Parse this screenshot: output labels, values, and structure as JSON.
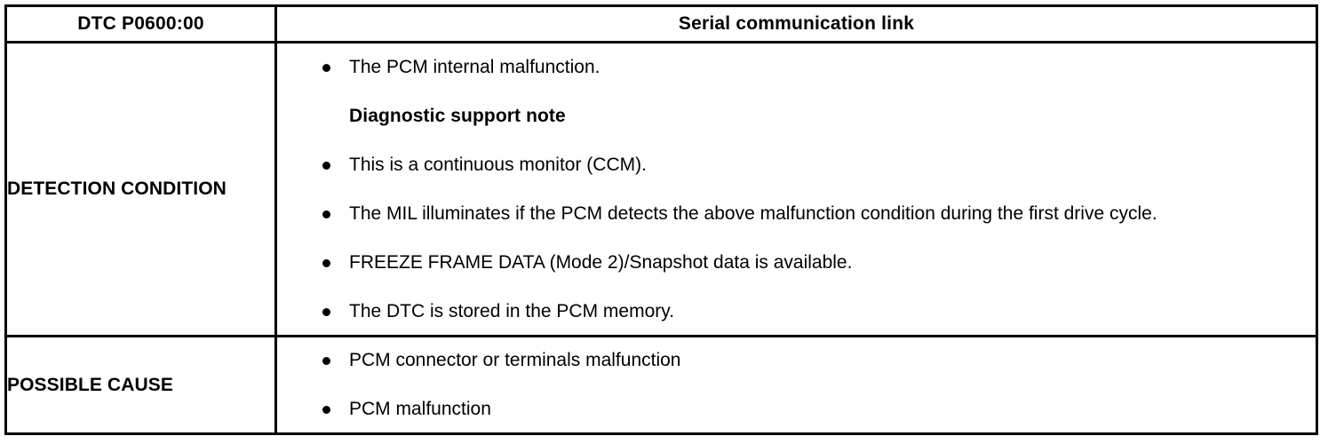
{
  "table": {
    "header": {
      "dtc_code": "DTC P0600:00",
      "title": "Serial communication link"
    },
    "rows": [
      {
        "label": "DETECTION CONDITION",
        "items": [
          {
            "type": "bullet",
            "text": "The PCM internal malfunction."
          },
          {
            "type": "note",
            "text": "Diagnostic support note"
          },
          {
            "type": "bullet",
            "text": "This is a continuous monitor (CCM)."
          },
          {
            "type": "bullet",
            "text": "The MIL illuminates if the PCM detects the above malfunction condition during the first drive cycle."
          },
          {
            "type": "bullet",
            "text": "FREEZE FRAME DATA (Mode 2)/Snapshot data is available."
          },
          {
            "type": "bullet",
            "text": "The DTC is stored in the PCM memory."
          }
        ]
      },
      {
        "label": "POSSIBLE CAUSE",
        "items": [
          {
            "type": "bullet",
            "text": "PCM connector or terminals malfunction"
          },
          {
            "type": "bullet",
            "text": "PCM malfunction"
          }
        ]
      }
    ]
  },
  "colors": {
    "border": "#000000",
    "text": "#000000",
    "background": "#ffffff"
  }
}
